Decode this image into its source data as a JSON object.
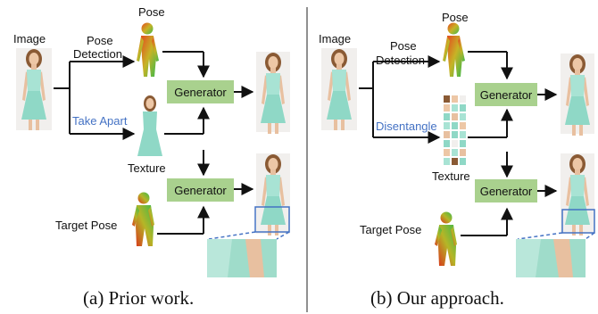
{
  "panel_a": {
    "image_label": "Image",
    "pose_label": "Pose",
    "pose_detection_label_1": "Pose",
    "pose_detection_label_2": "Detection",
    "take_apart_label": "Take Apart",
    "texture_label": "Texture",
    "target_pose_label": "Target Pose",
    "generator_1": "Generator",
    "generator_2": "Generator",
    "caption": "(a) Prior work."
  },
  "panel_b": {
    "image_label": "Image",
    "pose_label": "Pose",
    "pose_detection_label_1": "Pose",
    "pose_detection_label_2": "Detection",
    "disentangle_label": "Disentangle",
    "texture_label": "Texture",
    "target_pose_label": "Target Pose",
    "generator_1": "Generator",
    "generator_2": "Generator",
    "caption": "(b) Our approach."
  },
  "colors": {
    "generator_fill": "#a9d18e",
    "accent_blue": "#4472c4",
    "dress": "#8fd8c6",
    "skin": "#e8c0a0",
    "hair": "#8a5a34",
    "pose_red": "#d83a1a",
    "pose_green": "#3fb84a"
  }
}
